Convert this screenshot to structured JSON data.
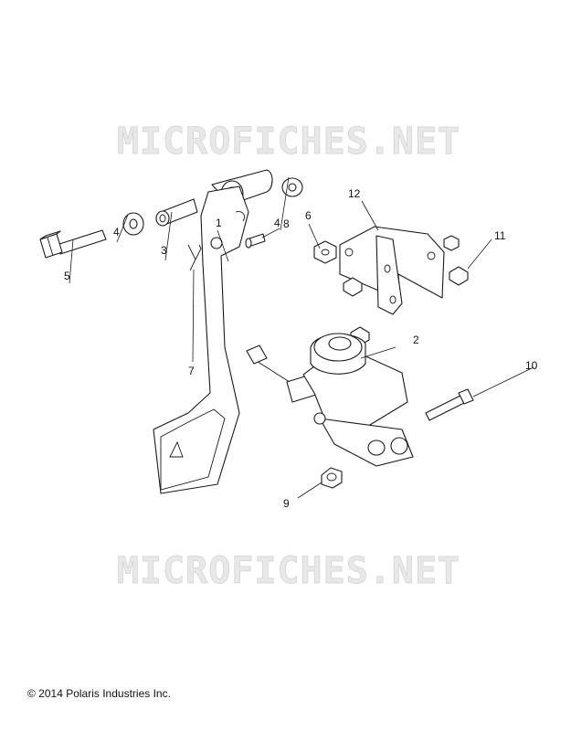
{
  "watermark": "MICROFICHES.NET",
  "copyright": "© 2014 Polaris Industries Inc.",
  "callouts": {
    "c1": "1",
    "c2": "2",
    "c3": "3",
    "c4a": "4",
    "c4b": "4",
    "c5": "5",
    "c6": "6",
    "c7": "7",
    "c8": "8",
    "c9": "9",
    "c10": "10",
    "c11": "11",
    "c12": "12"
  }
}
